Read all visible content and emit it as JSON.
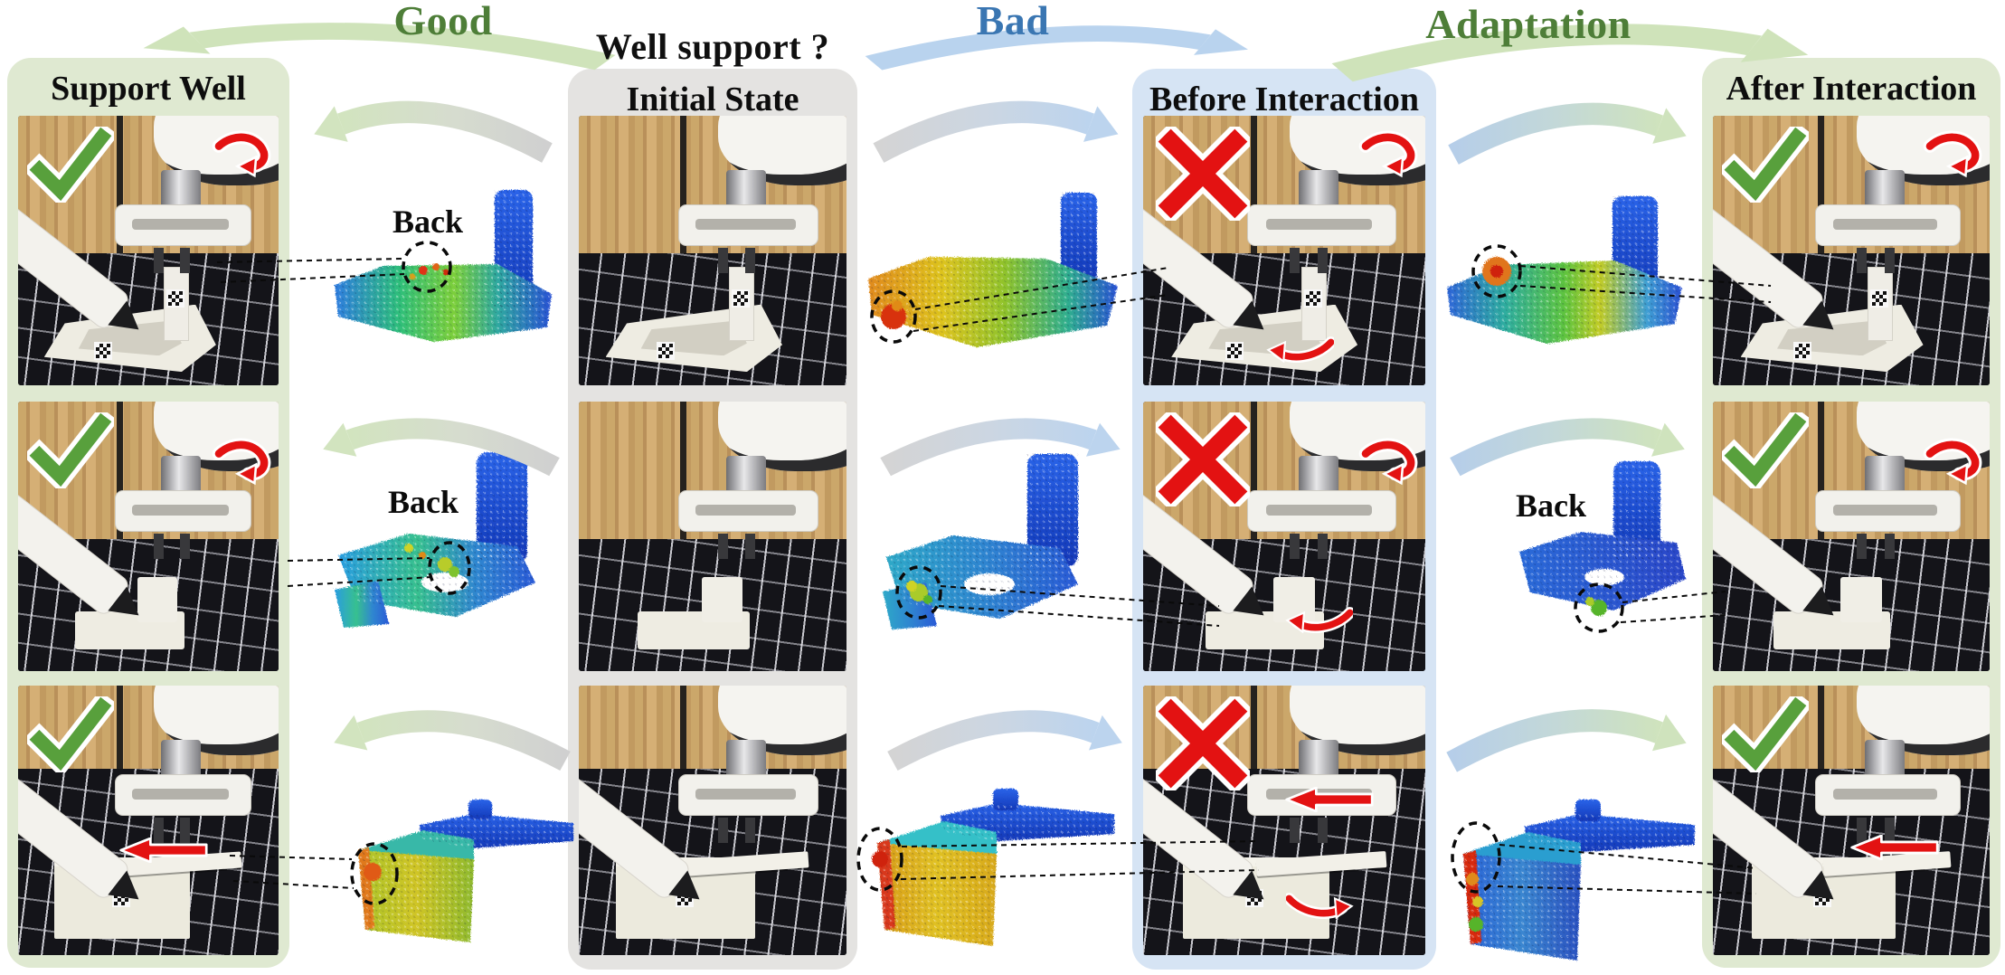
{
  "top_flow": {
    "good_label": "Good",
    "question_label": "Well support ?",
    "bad_label": "Bad",
    "adaptation_label": "Adaptation"
  },
  "columns": [
    {
      "title": "Support Well",
      "panel_color": "#dfe9d1",
      "outcome_icon": "green-checkmark"
    },
    {
      "title": "Initial State",
      "panel_color": "#e4e3e1",
      "outcome_icon": ""
    },
    {
      "title": "Before Interaction",
      "panel_color": "#d6e4f4",
      "outcome_icon": "red-cross"
    },
    {
      "title": "After Interaction",
      "panel_color": "#dfe9d1",
      "outcome_icon": "green-checkmark"
    }
  ],
  "annotations": {
    "back_label": "Back",
    "icons": {
      "success": "green-checkmark-icon",
      "failure": "red-cross-icon",
      "rotation": "red-curved-arrow-icon",
      "push": "red-straight-arrow-icon",
      "tip_over": "red-swing-arrow-icon"
    }
  },
  "colors": {
    "good_text": "#4e7e38",
    "bad_text": "#3a76b2",
    "arrow_light_green": "#cfe3ba",
    "arrow_light_blue": "#b9d3ee",
    "arrow_gray": "#d0d0d0",
    "mark_red": "#e31212",
    "check_green": "#58a03c",
    "pointcloud_heatmap": [
      "#2a50d2",
      "#2fae9e",
      "#7ccf3a",
      "#d8c428",
      "#e0891c",
      "#d82a10"
    ]
  }
}
